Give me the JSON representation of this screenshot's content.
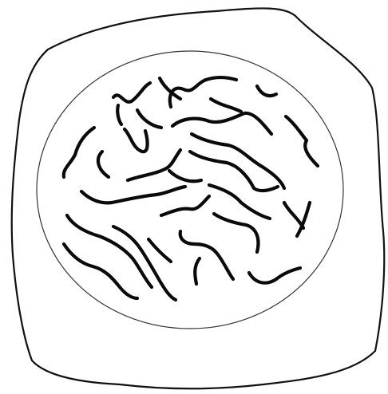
{
  "diagram": {
    "subject": "cell-with-nucleus-and-chromatin",
    "colors": {
      "background": "#ffffff",
      "cell_membrane": "#111111",
      "nuclear_envelope": "#333333",
      "chromatin": "#0a0a0a"
    },
    "components": [
      "cell-membrane",
      "nuclear-envelope",
      "chromatin-strands"
    ],
    "chromatin_strand_count": 29
  }
}
